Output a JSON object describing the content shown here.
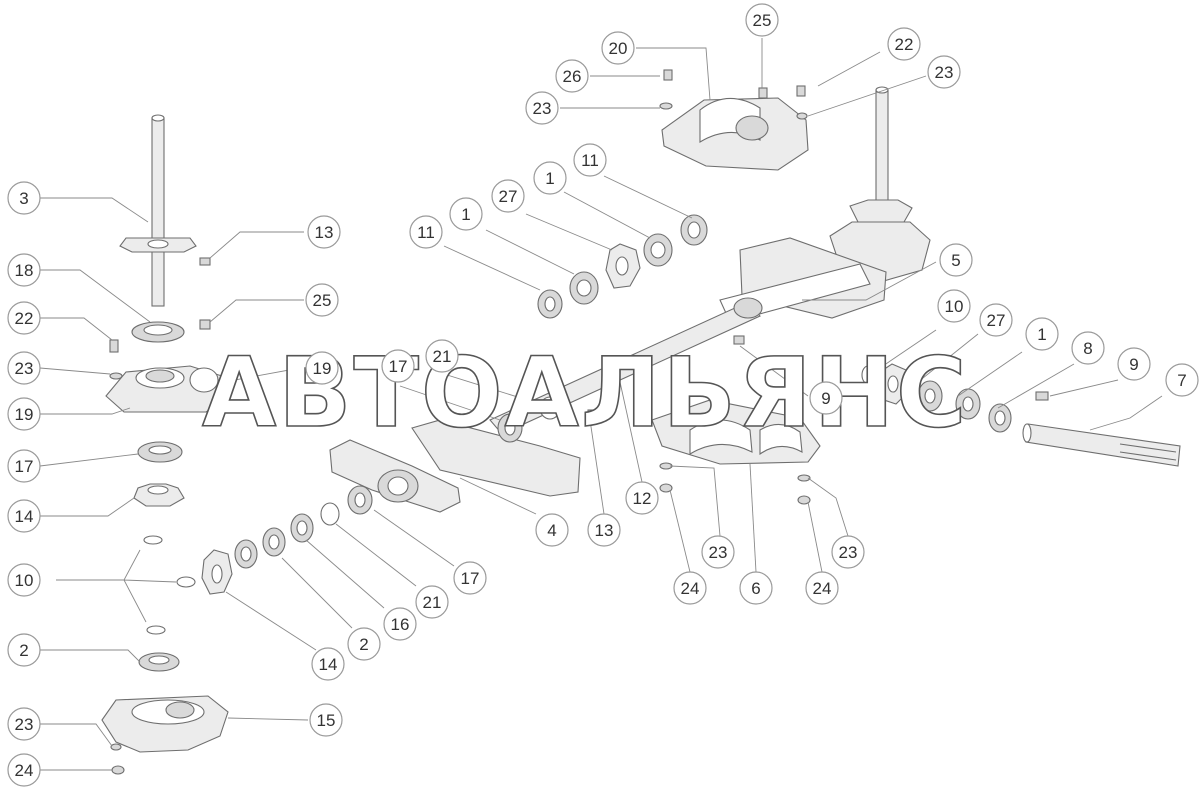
{
  "watermark": "АВТОАЛЬЯНС",
  "callouts": [
    {
      "id": "c-25-top",
      "label": "25"
    },
    {
      "id": "c-20",
      "label": "20"
    },
    {
      "id": "c-22-top",
      "label": "22"
    },
    {
      "id": "c-26",
      "label": "26"
    },
    {
      "id": "c-23-topright",
      "label": "23"
    },
    {
      "id": "c-23-topleft",
      "label": "23"
    },
    {
      "id": "c-11-top",
      "label": "11"
    },
    {
      "id": "c-1-top",
      "label": "1"
    },
    {
      "id": "c-27-top",
      "label": "27"
    },
    {
      "id": "c-1-mid",
      "label": "1"
    },
    {
      "id": "c-11-mid",
      "label": "11"
    },
    {
      "id": "c-5",
      "label": "5"
    },
    {
      "id": "c-3",
      "label": "3"
    },
    {
      "id": "c-13-left",
      "label": "13"
    },
    {
      "id": "c-18",
      "label": "18"
    },
    {
      "id": "c-25-left",
      "label": "25"
    },
    {
      "id": "c-22-left",
      "label": "22"
    },
    {
      "id": "c-23-left",
      "label": "23"
    },
    {
      "id": "c-19-right",
      "label": "19"
    },
    {
      "id": "c-19-left",
      "label": "19"
    },
    {
      "id": "c-17-center",
      "label": "17"
    },
    {
      "id": "c-21-center",
      "label": "21"
    },
    {
      "id": "c-10-right",
      "label": "10"
    },
    {
      "id": "c-27-right",
      "label": "27"
    },
    {
      "id": "c-1-right",
      "label": "1"
    },
    {
      "id": "c-8",
      "label": "8"
    },
    {
      "id": "c-9-right",
      "label": "9"
    },
    {
      "id": "c-7",
      "label": "7"
    },
    {
      "id": "c-9-center",
      "label": "9"
    },
    {
      "id": "c-17-left",
      "label": "17"
    },
    {
      "id": "c-14-left",
      "label": "14"
    },
    {
      "id": "c-13-bottom",
      "label": "13"
    },
    {
      "id": "c-12",
      "label": "12"
    },
    {
      "id": "c-4",
      "label": "4"
    },
    {
      "id": "c-23-bottom-mid",
      "label": "23"
    },
    {
      "id": "c-23-bottom-right",
      "label": "23"
    },
    {
      "id": "c-24-mid",
      "label": "24"
    },
    {
      "id": "c-6",
      "label": "6"
    },
    {
      "id": "c-24-right",
      "label": "24"
    },
    {
      "id": "c-17-bottom",
      "label": "17"
    },
    {
      "id": "c-21-bottom",
      "label": "21"
    },
    {
      "id": "c-16",
      "label": "16"
    },
    {
      "id": "c-2-mid",
      "label": "2"
    },
    {
      "id": "c-14-bottom",
      "label": "14"
    },
    {
      "id": "c-10-left",
      "label": "10"
    },
    {
      "id": "c-2-left",
      "label": "2"
    },
    {
      "id": "c-15",
      "label": "15"
    },
    {
      "id": "c-23-bottom-left",
      "label": "23"
    },
    {
      "id": "c-24-bottom-left",
      "label": "24"
    }
  ]
}
